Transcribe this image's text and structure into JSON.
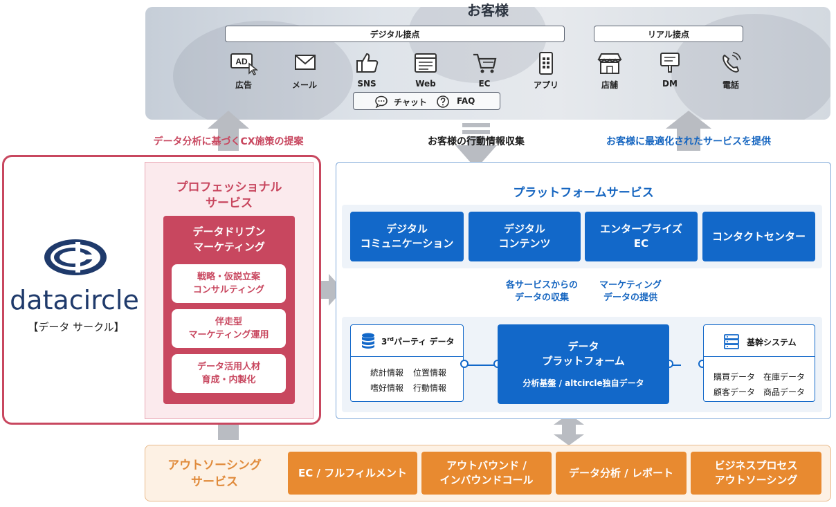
{
  "customer": {
    "title": "お客様",
    "digital_label": "デジタル接点",
    "real_label": "リアル接点",
    "channels": [
      {
        "label": "広告",
        "icon": "ad-icon"
      },
      {
        "label": "メール",
        "icon": "mail-icon"
      },
      {
        "label": "SNS",
        "icon": "thumbs-up-icon"
      },
      {
        "label": "Web",
        "icon": "browser-icon"
      },
      {
        "label": "EC",
        "icon": "cart-icon"
      },
      {
        "label": "アプリ",
        "icon": "smartphone-icon"
      },
      {
        "label": "店舗",
        "icon": "store-icon"
      },
      {
        "label": "DM",
        "icon": "document-icon"
      },
      {
        "label": "電話",
        "icon": "phone-icon"
      }
    ],
    "chat_label": "チャット",
    "faq_label": "FAQ"
  },
  "arrows": {
    "left": "データ分析に基づくCX施策の提案",
    "center": "お客様の行動情報収集",
    "right": "お客様に最適化されたサービスを提供"
  },
  "brand": {
    "logo_text": "datacircle",
    "sub": "【データ サークル】"
  },
  "professional": {
    "title_line1": "プロフェッショナル",
    "title_line2": "サービス",
    "inner_line1": "データドリブン",
    "inner_line2": "マーケティング",
    "items": [
      {
        "line1": "戦略・仮説立案",
        "line2": "コンサルティング"
      },
      {
        "line1": "伴走型",
        "line2": "マーケティング運用"
      },
      {
        "line1": "データ活用人材",
        "line2": "育成・内製化"
      }
    ]
  },
  "platform": {
    "title": "プラットフォームサービス",
    "services": [
      {
        "line1": "デジタル",
        "line2": "コミュニケーション"
      },
      {
        "line1": "デジタル",
        "line2": "コンテンツ"
      },
      {
        "line1": "エンタープライズ",
        "line2": "EC"
      },
      {
        "line1": "コンタクトセンター",
        "line2": ""
      }
    ],
    "collect_line1": "各サービスからの",
    "collect_line2": "データの収集",
    "provide_line1": "マーケティング",
    "provide_line2": "データの提供",
    "third_party": {
      "title_prefix": "3",
      "title_sup": "rd",
      "title_rest": "パーティ データ",
      "items": [
        "統計情報",
        "位置情報",
        "嗜好情報",
        "行動情報"
      ]
    },
    "data_platform": {
      "line1": "データ",
      "line2": "プラットフォーム",
      "sub": "分析基盤 / altcircle独自データ"
    },
    "core": {
      "title": "基幹システム",
      "items": [
        "購買データ",
        "在庫データ",
        "顧客データ",
        "商品データ"
      ]
    }
  },
  "outsourcing": {
    "title_line1": "アウトソーシング",
    "title_line2": "サービス",
    "items": [
      {
        "line1": "EC / フルフィルメント",
        "line2": ""
      },
      {
        "line1": "アウトバウンド /",
        "line2": "インバウンドコール"
      },
      {
        "line1": "データ分析 / レポート",
        "line2": ""
      },
      {
        "line1": "ビジネスプロセス",
        "line2": "アウトソーシング"
      }
    ]
  },
  "colors": {
    "brand_blue": "#1268c9",
    "brand_red": "#c8475f",
    "brand_orange": "#e88a30",
    "logo_navy": "#1f3a6b"
  }
}
